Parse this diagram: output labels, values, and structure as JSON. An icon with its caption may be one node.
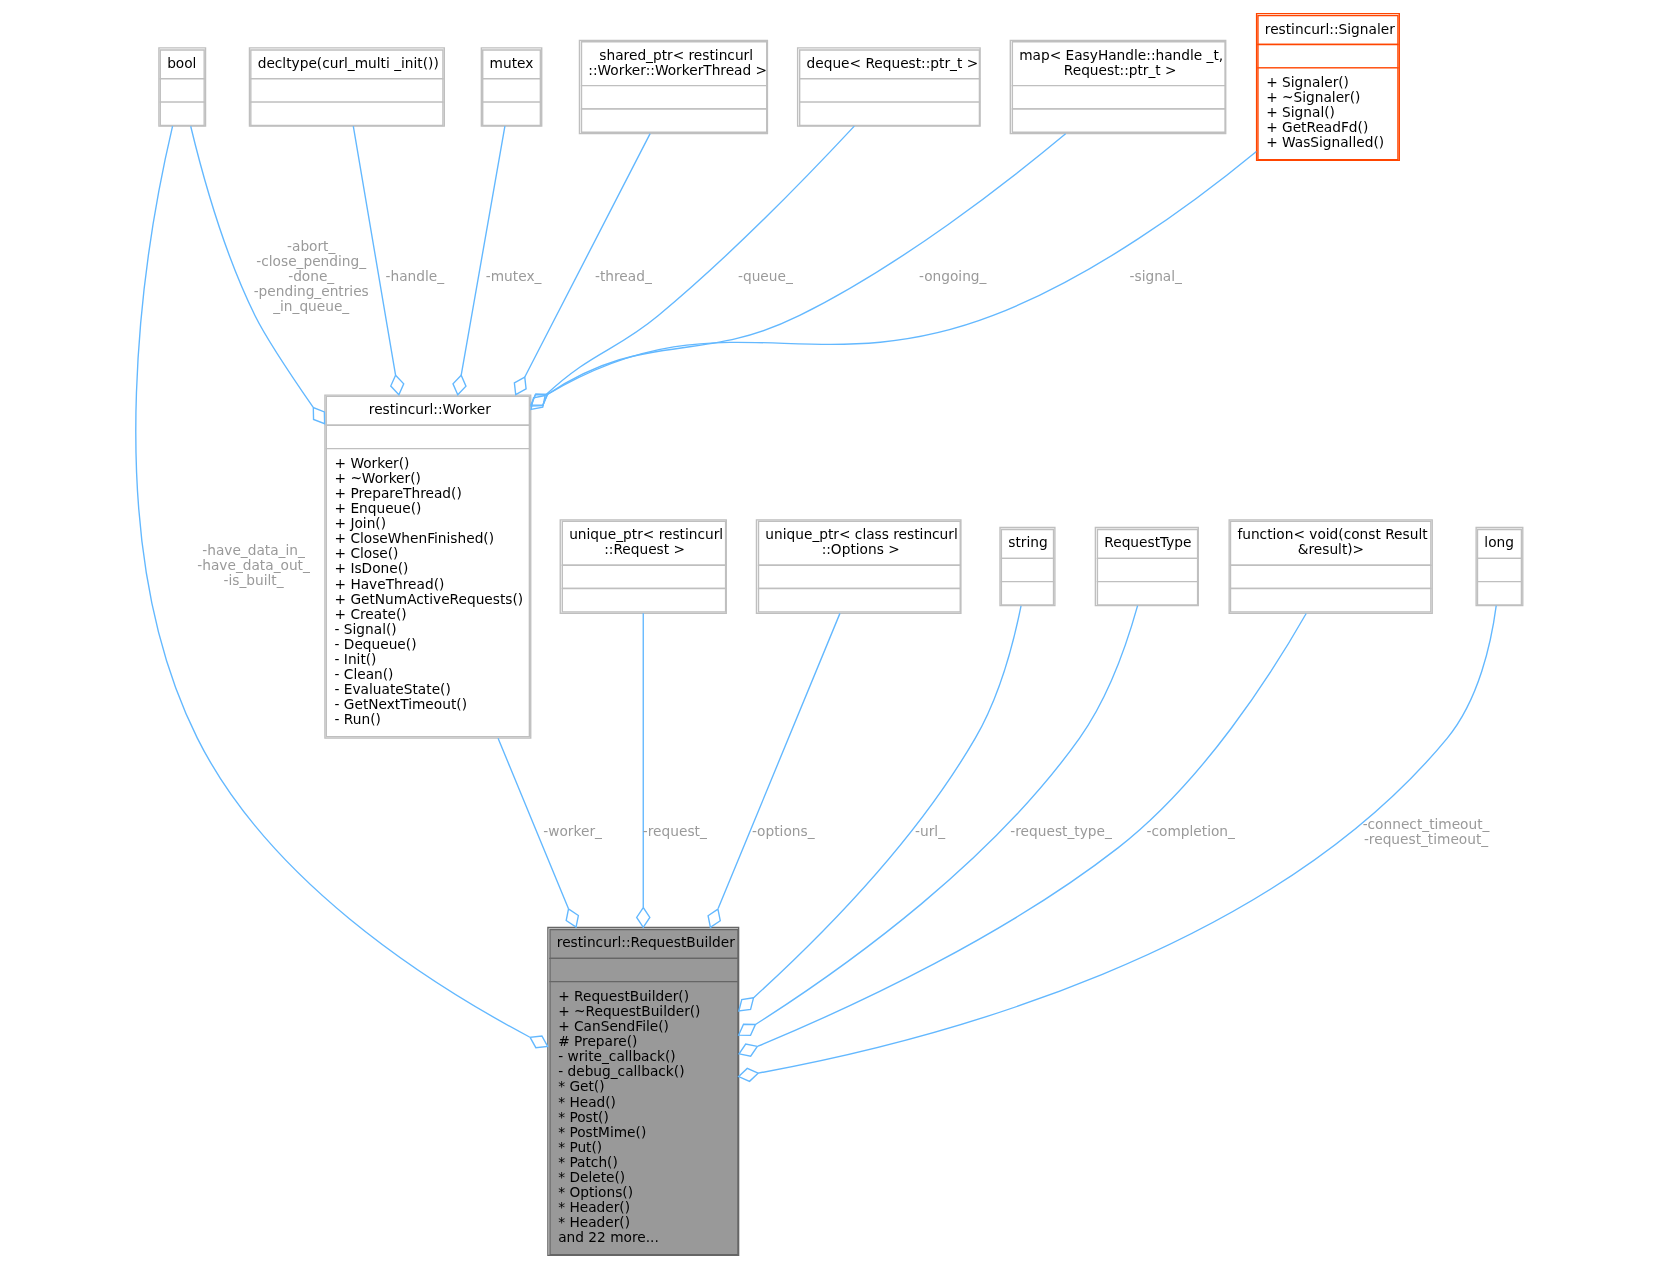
{
  "diagram": {
    "nodes": [
      {
        "text": [
          "bool"
        ]
      },
      {
        "text": [
          "decltype(curl_multi _init())"
        ]
      },
      {
        "text": [
          "mutex"
        ]
      },
      {
        "text": [
          "shared_ptr< restincurl ::Worker::WorkerThread >"
        ]
      },
      {
        "text": [
          "deque< Request::ptr_t >"
        ]
      },
      {
        "text": [
          "map< EasyHandle::handle _t, Request::ptr_t >"
        ]
      },
      {
        "text": [
          "restincurl::Signaler",
          "+ Signaler()",
          "+ ~Signaler()",
          "+ Signal()",
          "+ GetReadFd()",
          "+ WasSignalled()"
        ]
      },
      {
        "text": [
          "restincurl::Worker",
          "+ Worker()",
          "+ ~Worker()",
          "+ PrepareThread()",
          "+ Enqueue()",
          "+ Join()",
          "+ CloseWhenFinished()",
          "+ Close()",
          "+ IsDone()",
          "+ HaveThread()",
          "+ GetNumActiveRequests()",
          "+ Create()",
          "- Signal()",
          "- Dequeue()",
          "- Init()",
          "- Clean()",
          "- EvaluateState()",
          "- GetNextTimeout()",
          "- Run()"
        ]
      },
      {
        "text": [
          "unique_ptr< restincurl ::Request >"
        ]
      },
      {
        "text": [
          "unique_ptr< class restincurl ::Options >"
        ]
      },
      {
        "text": [
          "string"
        ]
      },
      {
        "text": [
          "RequestType"
        ]
      },
      {
        "text": [
          "function< void(const Result &result)>"
        ]
      },
      {
        "text": [
          "long"
        ]
      },
      {
        "text": [
          "restincurl::RequestBuilder",
          "+ RequestBuilder()",
          "+ ~RequestBuilder()",
          "+ CanSendFile()",
          "# Prepare()",
          "- write_callback()",
          "- debug_callback()",
          "* Get()",
          "* Head()",
          "* Post()",
          "* PostMime()",
          "* Put()",
          "* Patch()",
          "* Delete()",
          "* Options()",
          "* Header()",
          "* Header()",
          "and 22 more..."
        ]
      }
    ],
    "edges": [
      {
        "from": 0,
        "to": 7,
        "arrow": "other",
        "label": "-abort_ -close_pending_ -done_ -pending_entries _in_queue_"
      },
      {
        "from": 1,
        "to": 7,
        "arrow": "other",
        "label": "-handle_"
      },
      {
        "from": 2,
        "to": 7,
        "arrow": "other",
        "label": "-mutex_"
      },
      {
        "from": 3,
        "to": 7,
        "arrow": "other",
        "label": "-thread_"
      },
      {
        "from": 4,
        "to": 7,
        "arrow": "other",
        "label": "-queue_"
      },
      {
        "from": 5,
        "to": 7,
        "arrow": "other",
        "label": "-ongoing_"
      },
      {
        "from": 6,
        "to": 7,
        "arrow": "other",
        "label": "-signal_"
      },
      {
        "from": 8,
        "to": 14,
        "arrow": "other",
        "label": "-request_"
      },
      {
        "from": 9,
        "to": 14,
        "arrow": "other",
        "label": "-options_"
      },
      {
        "from": 10,
        "to": 14,
        "arrow": "other",
        "label": "-url_"
      },
      {
        "from": 11,
        "to": 14,
        "arrow": "other",
        "label": "-request_type_"
      },
      {
        "from": 0,
        "to": 14,
        "arrow": "other",
        "label": "-have_data_in_ -have_data_out_ -is_built_"
      },
      {
        "from": 7,
        "to": 14,
        "arrow": "other",
        "label": "-worker_"
      },
      {
        "from": 12,
        "to": 14,
        "arrow": "other",
        "label": "-completion_"
      },
      {
        "from": 13,
        "to": 14,
        "arrow": "other",
        "label": "-connect_timeout_ -request_timeout_"
      }
    ]
  }
}
